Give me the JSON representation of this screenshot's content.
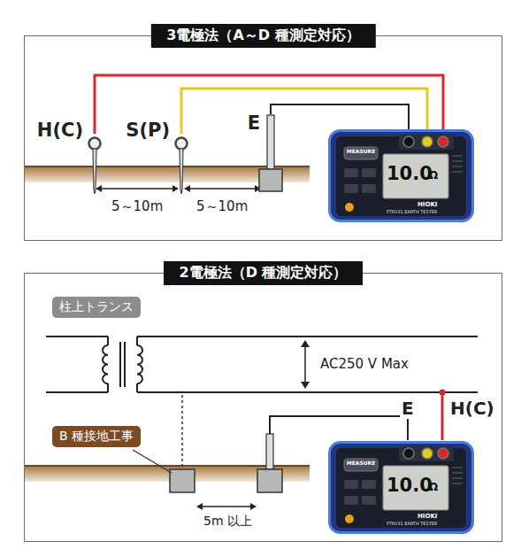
{
  "diagram": {
    "nodes": [
      {
        "text": [
          "3電極法（A～D 種測定対応）"
        ]
      },
      {
        "text": [
          "H(C)"
        ],
        "in": 0
      },
      {
        "text": [
          "S(P)"
        ],
        "in": 0
      },
      {
        "text": [
          "E"
        ],
        "in": 0
      },
      {
        "text": [
          "MEASURE",
          "10.0",
          "Ω",
          "HIOKI",
          "FT6031 EARTH TESTER"
        ],
        "in": 0
      },
      {
        "text": [
          "2電極法（D 種測定対応）"
        ]
      },
      {
        "text": [
          "柱上トランス"
        ],
        "in": 5
      },
      {
        "text": [
          "B 種接地工事"
        ],
        "in": 5
      },
      {
        "text": [
          "MEASURE",
          "10.0",
          "Ω",
          "HIOKI",
          "FT6031 EARTH TESTER"
        ],
        "in": 5
      }
    ],
    "edges": [
      {
        "from": 1,
        "to": 4,
        "arrow": "none"
      },
      {
        "from": 2,
        "to": 4,
        "arrow": "none"
      },
      {
        "from": 3,
        "to": 4,
        "arrow": "none"
      }
    ],
    "labels": [
      "5～10m",
      "5～10m",
      "AC250 V Max",
      "E",
      "H(C)",
      "5m 以上"
    ]
  }
}
